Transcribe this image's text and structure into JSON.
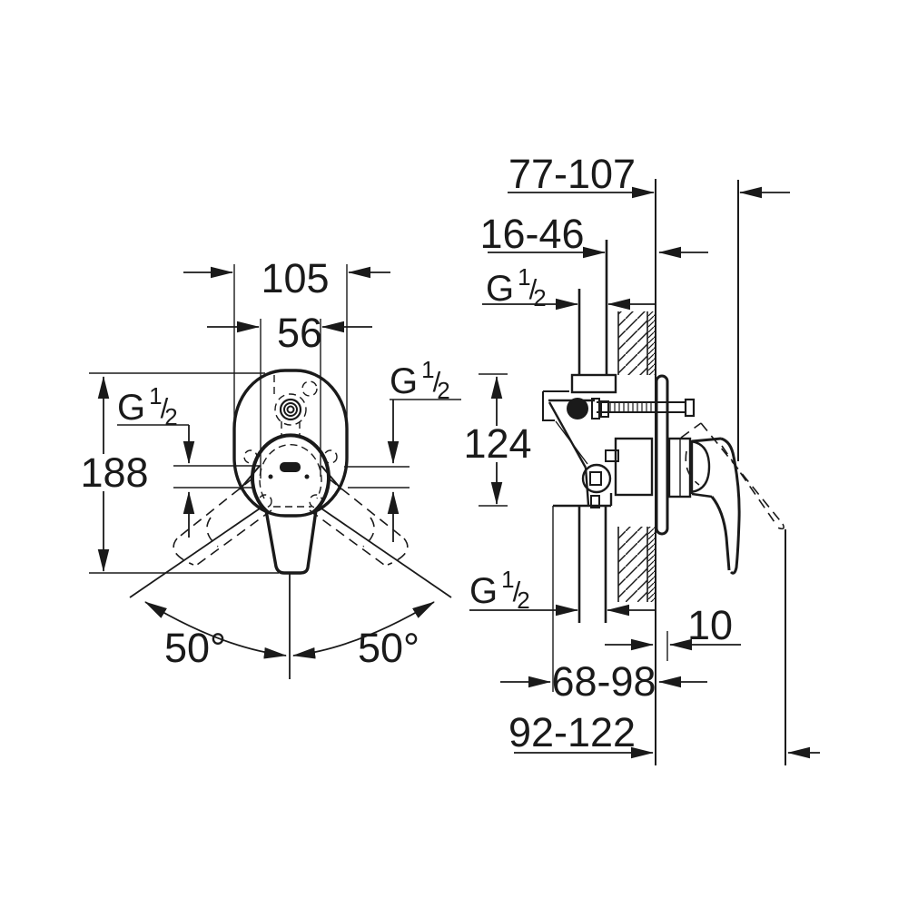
{
  "drawing": {
    "type": "technical-installation-drawing",
    "colors": {
      "background": "#ffffff",
      "line": "#1a1a1a"
    },
    "front_view": {
      "plate_width": "105",
      "body_width": "56",
      "height": "188",
      "angle_left": "50°",
      "angle_right": "50°"
    },
    "side_view": {
      "wall_clearance": "77-107",
      "plaster_depth": "16-46",
      "body_height": "124",
      "plate_offset": "10",
      "rough_in_depth": "68-98",
      "total_depth": "92-122"
    },
    "thread": {
      "g": "G",
      "num": "1",
      "slash": "/",
      "den": "2"
    }
  }
}
